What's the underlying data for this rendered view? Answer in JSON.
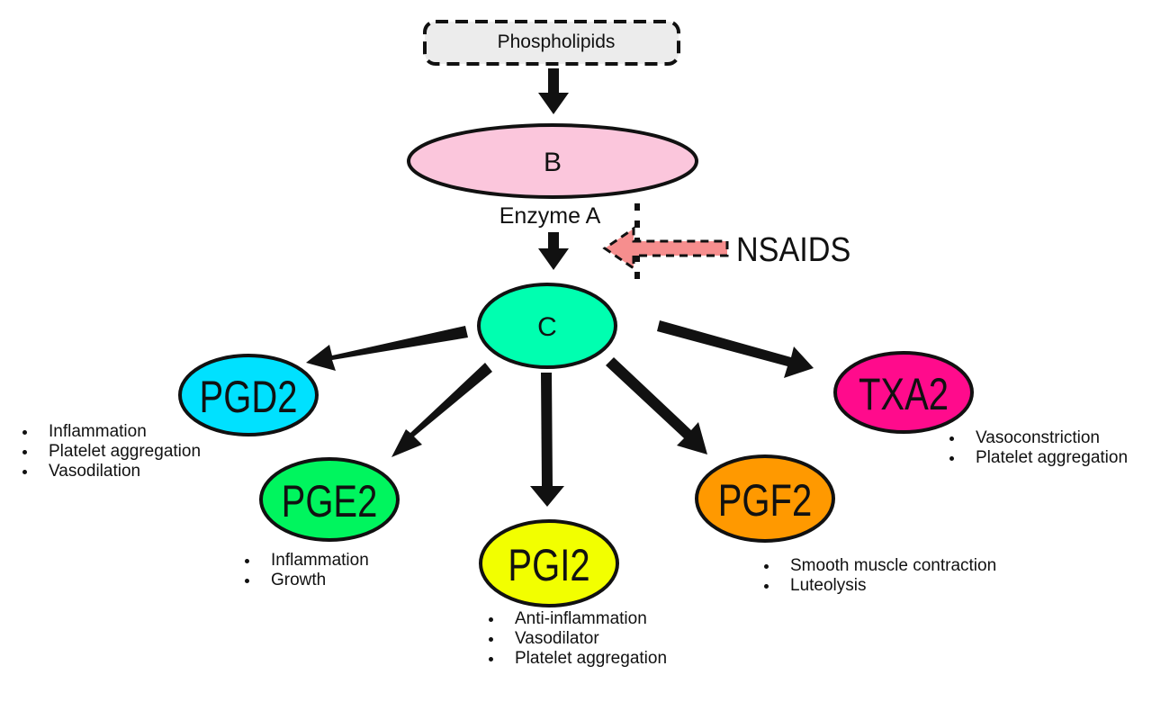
{
  "phospholipids": {
    "label": "Phospholipids",
    "fill": "#ececec"
  },
  "enzyme_b": {
    "label": "B",
    "fill": "#fbc6dc"
  },
  "enzyme_a_label": "Enzyme A",
  "inhibitor": {
    "label": "NSAIDS",
    "arrow_fill": "#f68e8e"
  },
  "center": {
    "label": "C",
    "fill": "#00ffb0"
  },
  "products": [
    {
      "id": "pgd2",
      "label": "PGD2",
      "fill": "#00e1ff",
      "effects": [
        "Inflammation",
        "Platelet aggregation",
        "Vasodilation"
      ]
    },
    {
      "id": "pge2",
      "label": "PGE2",
      "fill": "#00f55e",
      "effects": [
        "Inflammation",
        "Growth"
      ]
    },
    {
      "id": "pgi2",
      "label": "PGI2",
      "fill": "#f2ff00",
      "effects": [
        "Anti-inflammation",
        "Vasodilator",
        "Platelet aggregation"
      ]
    },
    {
      "id": "pgf2",
      "label": "PGF2",
      "fill": "#ff9900",
      "effects": [
        "Smooth muscle contraction",
        "Luteolysis"
      ]
    },
    {
      "id": "txa2",
      "label": "TXA2",
      "fill": "#ff0b8c",
      "effects": [
        "Vasoconstriction",
        "Platelet aggregation"
      ]
    }
  ]
}
